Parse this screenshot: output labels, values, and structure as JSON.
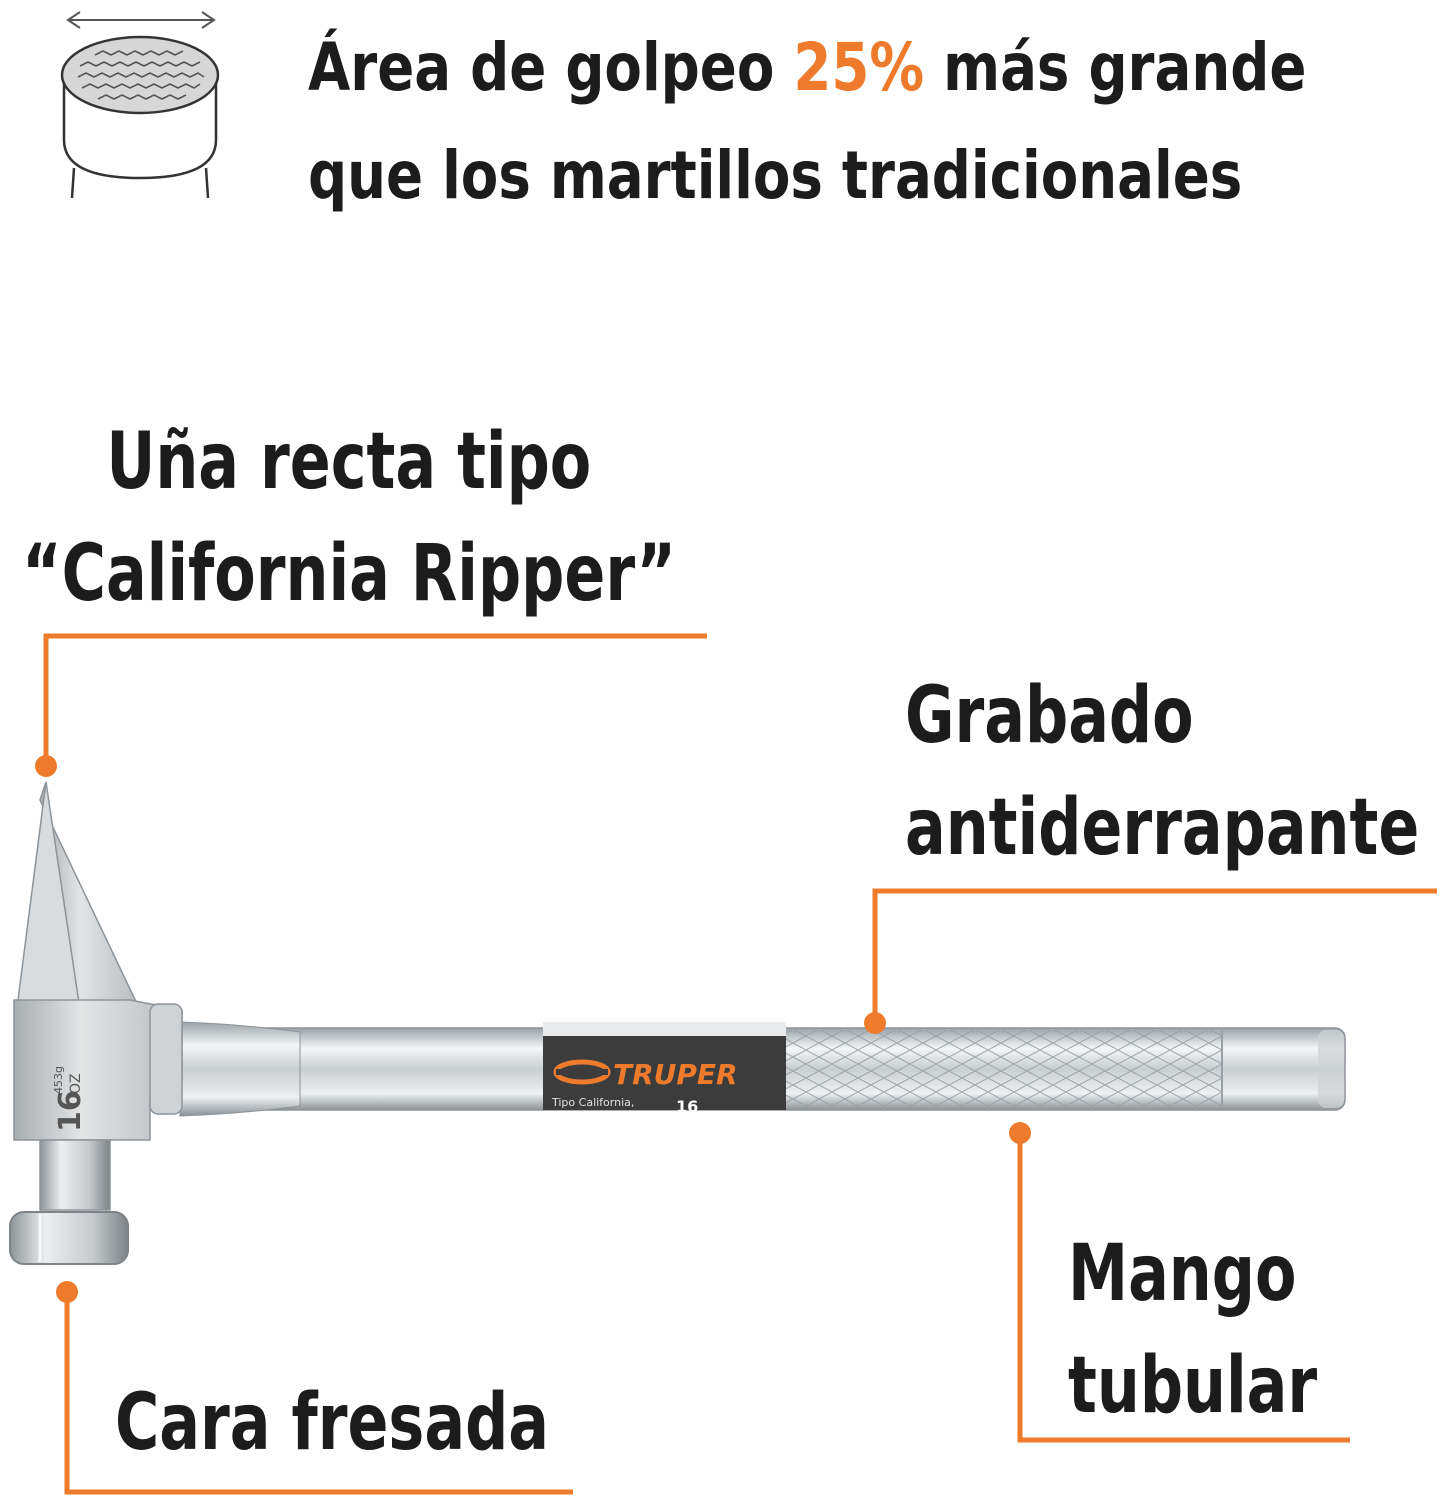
{
  "headline": {
    "line1_before": "Área de golpeo ",
    "line1_accent": "25%",
    "line1_after": " más grande",
    "line2": "que los martillos tradicionales"
  },
  "callouts": {
    "claw": {
      "line1": "Uña recta tipo",
      "line2": "“California Ripper”"
    },
    "grip": {
      "line1": "Grabado",
      "line2": "antiderrapante"
    },
    "handle": {
      "line1": "Mango",
      "line2": "tubular"
    },
    "face": {
      "line1": "Cara fresada"
    }
  },
  "hammer": {
    "brand": "TRUPER",
    "head_weight_oz": "16",
    "head_weight_unit": "OZ",
    "head_weight_g": "453g",
    "band_text": "Tipo California,",
    "band_number": "16"
  },
  "colors": {
    "accent": "#ee7b2b",
    "text": "#1c1c1c",
    "band": "#3c3c3c"
  },
  "icons": {
    "strike-face": "strike-face-icon"
  }
}
